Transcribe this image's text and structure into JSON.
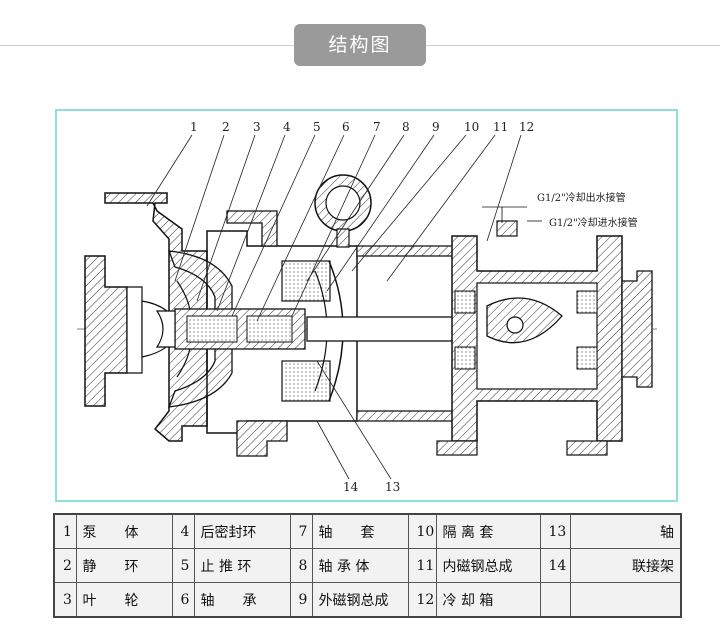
{
  "header": {
    "title": "结构图"
  },
  "diagram": {
    "callouts_top": [
      "1",
      "2",
      "3",
      "4",
      "5",
      "6",
      "7",
      "8",
      "9",
      "10",
      "11",
      "12"
    ],
    "callouts_bottom": [
      "14",
      "13"
    ],
    "annotations": {
      "outlet": "G1/2\"冷却出水接管",
      "inlet": "G1/2\"冷却进水接管"
    }
  },
  "parts_table": {
    "rows": [
      [
        {
          "num": "1",
          "name": "泵　　体"
        },
        {
          "num": "4",
          "name": "后密封环"
        },
        {
          "num": "7",
          "name": "轴　　套"
        },
        {
          "num": "10",
          "name": "隔 离 套"
        },
        {
          "num": "13",
          "name": "轴"
        }
      ],
      [
        {
          "num": "2",
          "name": "静　　环"
        },
        {
          "num": "5",
          "name": "止 推 环"
        },
        {
          "num": "8",
          "name": "轴 承 体"
        },
        {
          "num": "11",
          "name": "内磁钢总成"
        },
        {
          "num": "14",
          "name": "联接架"
        }
      ],
      [
        {
          "num": "3",
          "name": "叶　　轮"
        },
        {
          "num": "6",
          "name": "轴　　承"
        },
        {
          "num": "9",
          "name": "外磁钢总成"
        },
        {
          "num": "12",
          "name": "冷 却 箱"
        },
        {
          "num": "",
          "name": ""
        }
      ]
    ]
  }
}
